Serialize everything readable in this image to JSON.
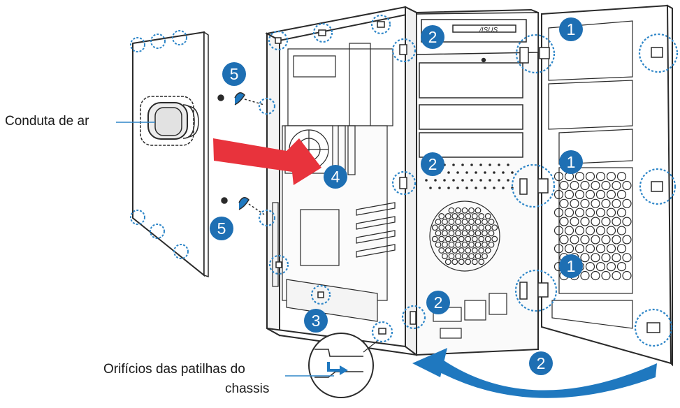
{
  "labels": {
    "air_duct": "Conduta de ar",
    "chassis_holes_line1": "Orifícios das patilhas do",
    "chassis_holes_line2": "chassis"
  },
  "callouts": [
    {
      "id": "1a",
      "text": "1"
    },
    {
      "id": "1b",
      "text": "1"
    },
    {
      "id": "1c",
      "text": "1"
    },
    {
      "id": "2a",
      "text": "2"
    },
    {
      "id": "2b",
      "text": "2"
    },
    {
      "id": "2c",
      "text": "2"
    },
    {
      "id": "2d",
      "text": "2"
    },
    {
      "id": "3",
      "text": "3"
    },
    {
      "id": "4",
      "text": "4"
    },
    {
      "id": "5a",
      "text": "5"
    },
    {
      "id": "5b",
      "text": "5"
    }
  ],
  "brand_on_drive": "/ISUS",
  "colors": {
    "badge": "#1e6fb3",
    "dotted_circle": "#2e86c8",
    "arrow_red": "#e8333c",
    "arrow_blue": "#1f78bf",
    "line": "#2a2a2a"
  }
}
